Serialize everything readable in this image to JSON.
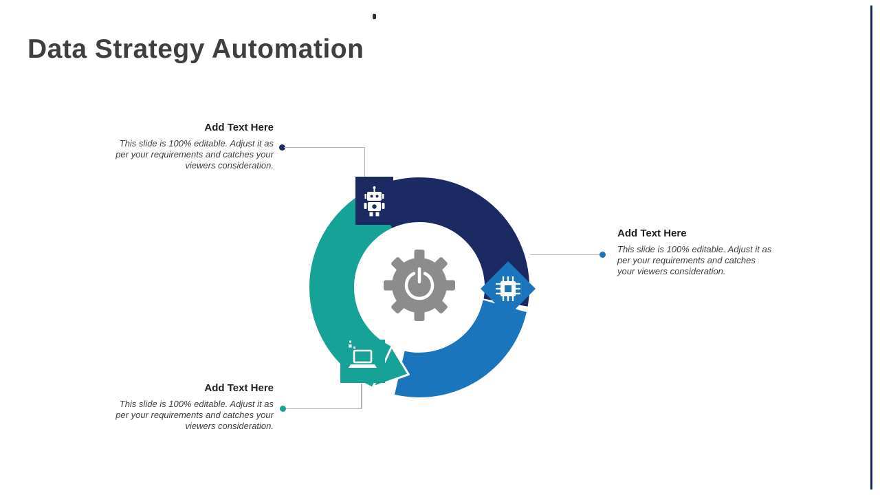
{
  "slide": {
    "title": "Data Strategy Automation"
  },
  "callouts": {
    "top_left": {
      "title": "Add Text Here",
      "body": "This slide is 100% editable. Adjust it as per your requirements and catches your viewers consideration."
    },
    "right": {
      "title": "Add Text Here",
      "body": "This slide is 100% editable. Adjust it as per your requirements and catches your viewers consideration."
    },
    "bottom_left": {
      "title": "Add Text Here",
      "body": "This slide is 100% editable. Adjust it as per your requirements and catches your viewers consideration."
    }
  },
  "diagram": {
    "type": "cycle",
    "center_icon": "gear-power-icon",
    "segments": [
      {
        "position": "top",
        "color": "#1b2a63",
        "icon": "robot-icon"
      },
      {
        "position": "right",
        "color": "#1b75bc",
        "icon": "chip-icon"
      },
      {
        "position": "left",
        "color": "#16a296",
        "icon": "laptop-icon"
      }
    ]
  },
  "colors": {
    "navy": "#1b2a63",
    "blue": "#1b75bc",
    "teal": "#16a296",
    "gear_gray": "#8c8c8c",
    "connector_gray": "#b3b3b3",
    "title_text": "#3f3f3f",
    "body_text": "#404040"
  }
}
